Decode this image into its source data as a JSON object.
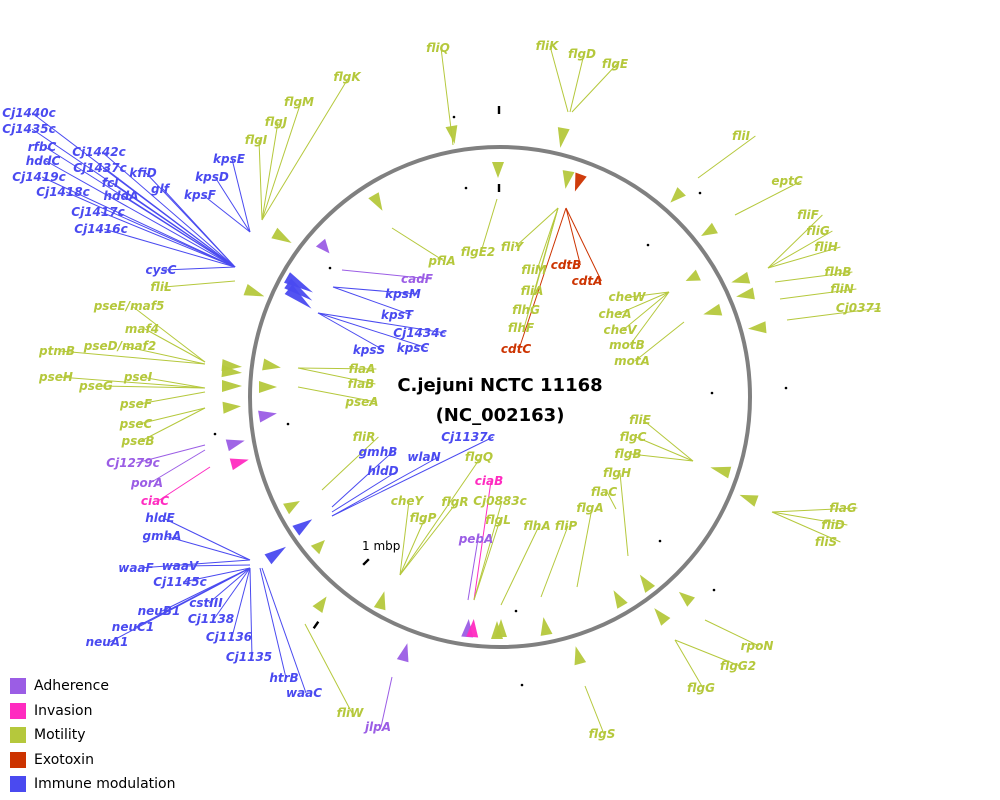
{
  "title_line1": "C.jejuni NCTC 11168",
  "title_line2": "(NC_002163)",
  "scale_label": "1 mbp",
  "colors": {
    "adherence": "#9b5de5",
    "invasion": "#ff2bc0",
    "motility": "#b5c83c",
    "exotoxin": "#cc3300",
    "immune": "#4a4af0"
  },
  "legend": [
    {
      "label": "Adherence",
      "color": "#9b5de5"
    },
    {
      "label": "Invasion",
      "color": "#ff2bc0"
    },
    {
      "label": "Motility",
      "color": "#b5c83c"
    },
    {
      "label": "Exotoxin",
      "color": "#cc3300"
    },
    {
      "label": "Immune modulation",
      "color": "#4a4af0"
    }
  ],
  "genes": [
    {
      "n": "fliQ",
      "c": "motility"
    },
    {
      "n": "fliK",
      "c": "motility"
    },
    {
      "n": "flgD",
      "c": "motility"
    },
    {
      "n": "flgE",
      "c": "motility"
    },
    {
      "n": "flgK",
      "c": "motility"
    },
    {
      "n": "flgM",
      "c": "motility"
    },
    {
      "n": "flgJ",
      "c": "motility"
    },
    {
      "n": "flgI",
      "c": "motility"
    },
    {
      "n": "fliI",
      "c": "motility"
    },
    {
      "n": "eptC",
      "c": "motility"
    },
    {
      "n": "fliF",
      "c": "motility"
    },
    {
      "n": "fliG",
      "c": "motility"
    },
    {
      "n": "fliH",
      "c": "motility"
    },
    {
      "n": "flhB",
      "c": "motility"
    },
    {
      "n": "fliN",
      "c": "motility"
    },
    {
      "n": "Cj0371",
      "c": "motility"
    },
    {
      "n": "Cj1440c",
      "c": "immune"
    },
    {
      "n": "Cj1435c",
      "c": "immune"
    },
    {
      "n": "rfbC",
      "c": "immune"
    },
    {
      "n": "hddC",
      "c": "immune"
    },
    {
      "n": "Cj1419c",
      "c": "immune"
    },
    {
      "n": "Cj1418c",
      "c": "immune"
    },
    {
      "n": "Cj1442c",
      "c": "immune"
    },
    {
      "n": "Cj1437c",
      "c": "immune"
    },
    {
      "n": "kfiD",
      "c": "immune"
    },
    {
      "n": "fcl",
      "c": "immune"
    },
    {
      "n": "glf",
      "c": "immune"
    },
    {
      "n": "hddA",
      "c": "immune"
    },
    {
      "n": "Cj1417c",
      "c": "immune"
    },
    {
      "n": "Cj1416c",
      "c": "immune"
    },
    {
      "n": "kpsE",
      "c": "immune"
    },
    {
      "n": "kpsD",
      "c": "immune"
    },
    {
      "n": "kpsF",
      "c": "immune"
    },
    {
      "n": "cysC",
      "c": "immune"
    },
    {
      "n": "fliL",
      "c": "motility"
    },
    {
      "n": "pseE/maf5",
      "c": "motility"
    },
    {
      "n": "maf4",
      "c": "motility"
    },
    {
      "n": "ptmB",
      "c": "motility"
    },
    {
      "n": "pseD/maf2",
      "c": "motility"
    },
    {
      "n": "pseH",
      "c": "motility"
    },
    {
      "n": "pseI",
      "c": "motility"
    },
    {
      "n": "pseG",
      "c": "motility"
    },
    {
      "n": "pseF",
      "c": "motility"
    },
    {
      "n": "pseC",
      "c": "motility"
    },
    {
      "n": "pseB",
      "c": "motility"
    },
    {
      "n": "Cj1279c",
      "c": "adherence"
    },
    {
      "n": "porA",
      "c": "adherence"
    },
    {
      "n": "ciaC",
      "c": "invasion"
    },
    {
      "n": "hldE",
      "c": "immune"
    },
    {
      "n": "gmhA",
      "c": "immune"
    },
    {
      "n": "waaF",
      "c": "immune"
    },
    {
      "n": "waaV",
      "c": "immune"
    },
    {
      "n": "Cj1145c",
      "c": "immune"
    },
    {
      "n": "neuB1",
      "c": "immune"
    },
    {
      "n": "cstIII",
      "c": "immune"
    },
    {
      "n": "neuC1",
      "c": "immune"
    },
    {
      "n": "Cj1138",
      "c": "immune"
    },
    {
      "n": "neuA1",
      "c": "immune"
    },
    {
      "n": "Cj1136",
      "c": "immune"
    },
    {
      "n": "Cj1135",
      "c": "immune"
    },
    {
      "n": "htrB",
      "c": "immune"
    },
    {
      "n": "waaC",
      "c": "immune"
    },
    {
      "n": "fliW",
      "c": "motility"
    },
    {
      "n": "jlpA",
      "c": "adherence"
    },
    {
      "n": "flgS",
      "c": "motility"
    },
    {
      "n": "flgG",
      "c": "motility"
    },
    {
      "n": "flgG2",
      "c": "motility"
    },
    {
      "n": "rpoN",
      "c": "motility"
    },
    {
      "n": "flaG",
      "c": "motility"
    },
    {
      "n": "fliD",
      "c": "motility"
    },
    {
      "n": "fliS",
      "c": "motility"
    },
    {
      "n": "pflA",
      "c": "motility"
    },
    {
      "n": "cadF",
      "c": "adherence"
    },
    {
      "n": "kpsM",
      "c": "immune"
    },
    {
      "n": "kpsT",
      "c": "immune"
    },
    {
      "n": "Cj1434c",
      "c": "immune"
    },
    {
      "n": "kpsS",
      "c": "immune"
    },
    {
      "n": "kpsC",
      "c": "immune"
    },
    {
      "n": "flaA",
      "c": "motility"
    },
    {
      "n": "flaB",
      "c": "motility"
    },
    {
      "n": "pseA",
      "c": "motility"
    },
    {
      "n": "flgE2",
      "c": "motility"
    },
    {
      "n": "fliY",
      "c": "motility"
    },
    {
      "n": "fliM",
      "c": "motility"
    },
    {
      "n": "fliA",
      "c": "motility"
    },
    {
      "n": "flhG",
      "c": "motility"
    },
    {
      "n": "flhF",
      "c": "motility"
    },
    {
      "n": "cdtC",
      "c": "exotoxin"
    },
    {
      "n": "cdtB",
      "c": "exotoxin"
    },
    {
      "n": "cdtA",
      "c": "exotoxin"
    },
    {
      "n": "cheW",
      "c": "motility"
    },
    {
      "n": "cheA",
      "c": "motility"
    },
    {
      "n": "cheV",
      "c": "motility"
    },
    {
      "n": "motB",
      "c": "motility"
    },
    {
      "n": "motA",
      "c": "motility"
    },
    {
      "n": "fliR",
      "c": "motility"
    },
    {
      "n": "gmhB",
      "c": "immune"
    },
    {
      "n": "hldD",
      "c": "immune"
    },
    {
      "n": "Cj1137c",
      "c": "immune"
    },
    {
      "n": "wlaN",
      "c": "immune"
    },
    {
      "n": "flgQ",
      "c": "motility"
    },
    {
      "n": "cheY",
      "c": "motility"
    },
    {
      "n": "flgR",
      "c": "motility"
    },
    {
      "n": "flgP",
      "c": "motility"
    },
    {
      "n": "ciaB",
      "c": "invasion"
    },
    {
      "n": "Cj0883c",
      "c": "motility"
    },
    {
      "n": "flgL",
      "c": "motility"
    },
    {
      "n": "pebA",
      "c": "adherence"
    },
    {
      "n": "flhA",
      "c": "motility"
    },
    {
      "n": "fliP",
      "c": "motility"
    },
    {
      "n": "fliE",
      "c": "motility"
    },
    {
      "n": "flgC",
      "c": "motility"
    },
    {
      "n": "flgB",
      "c": "motility"
    },
    {
      "n": "flgH",
      "c": "motility"
    },
    {
      "n": "flaC",
      "c": "motility"
    },
    {
      "n": "flgA",
      "c": "motility"
    }
  ]
}
